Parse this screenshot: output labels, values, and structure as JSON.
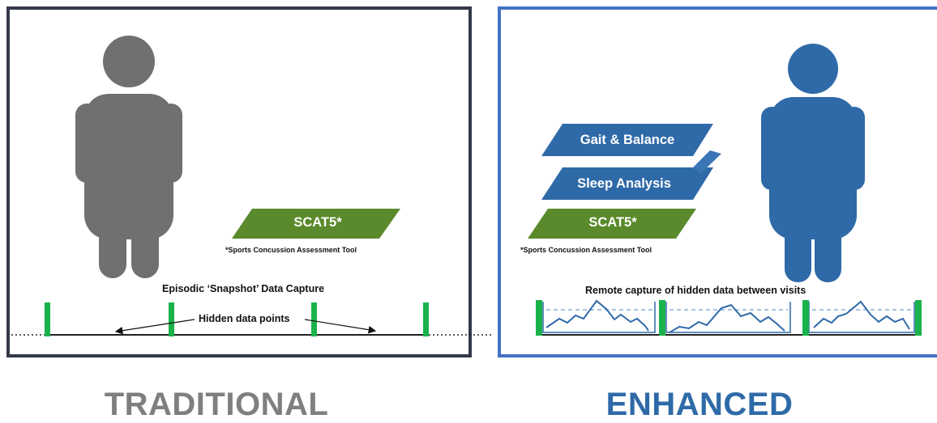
{
  "traditional": {
    "assessment_label": "SCAT5*",
    "footnote": "*Sports Concussion Assessment Tool",
    "timeline_title": "Episodic ‘Snapshot’ Data Capture",
    "hidden_label": "Hidden data points",
    "caption": "TRADITIONAL"
  },
  "enhanced": {
    "modules": [
      "Gait & Balance",
      "Sleep Analysis",
      "SCAT5*"
    ],
    "footnote": "*Sports Concussion Assessment Tool",
    "timeline_title": "Remote capture of hidden data  between visits",
    "caption": "ENHANCED"
  },
  "colors": {
    "trad_border": "#34394a",
    "enh_border": "#4472c4",
    "person_gray": "#707070",
    "person_blue": "#2f6aa8",
    "scat_green": "#5a8a2b",
    "module_blue": "#2f6aa8",
    "marker_green": "#19b24b",
    "trad_caption": "#7f7f7f",
    "enh_caption": "#2f6aa8"
  }
}
